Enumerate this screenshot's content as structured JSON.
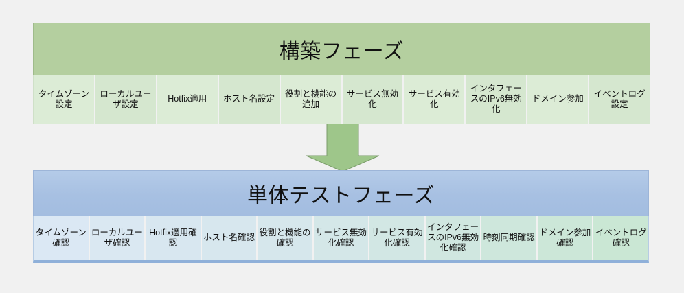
{
  "diagram": {
    "background_color": "#f1f1f1",
    "phases": [
      {
        "id": "build",
        "title": "構築フェーズ",
        "header_color": "#b4cf9f",
        "cell_color": "#d9e9d2",
        "steps": [
          "タイムゾーン設定",
          "ローカルユーザ設定",
          "Hotfix適用",
          "ホスト名設定",
          "役割と機能の追加",
          "サービス無効化",
          "サービス有効化",
          "インタフェースのIPv6無効化",
          "ドメイン参加",
          "イベントログ設定"
        ]
      },
      {
        "id": "unittest",
        "title": "単体テストフェーズ",
        "header_color": "#a7c0e2",
        "cell_color": "#dbe8f4",
        "steps": [
          "タイムゾーン確認",
          "ローカルユーザ確認",
          "Hotfix適用確認",
          "ホスト名確認",
          "役割と機能の確認",
          "サービス無効化確認",
          "サービス有効化確認",
          "インタフェースのIPv6無効化確認",
          "時刻同期確認",
          "ドメイン参加確認",
          "イベントログ確認"
        ]
      }
    ],
    "arrow": {
      "name": "down-arrow",
      "direction": "down",
      "color": "#9ec68a",
      "from_phase": "構築フェーズ",
      "to_phase": "単体テストフェーズ"
    }
  }
}
